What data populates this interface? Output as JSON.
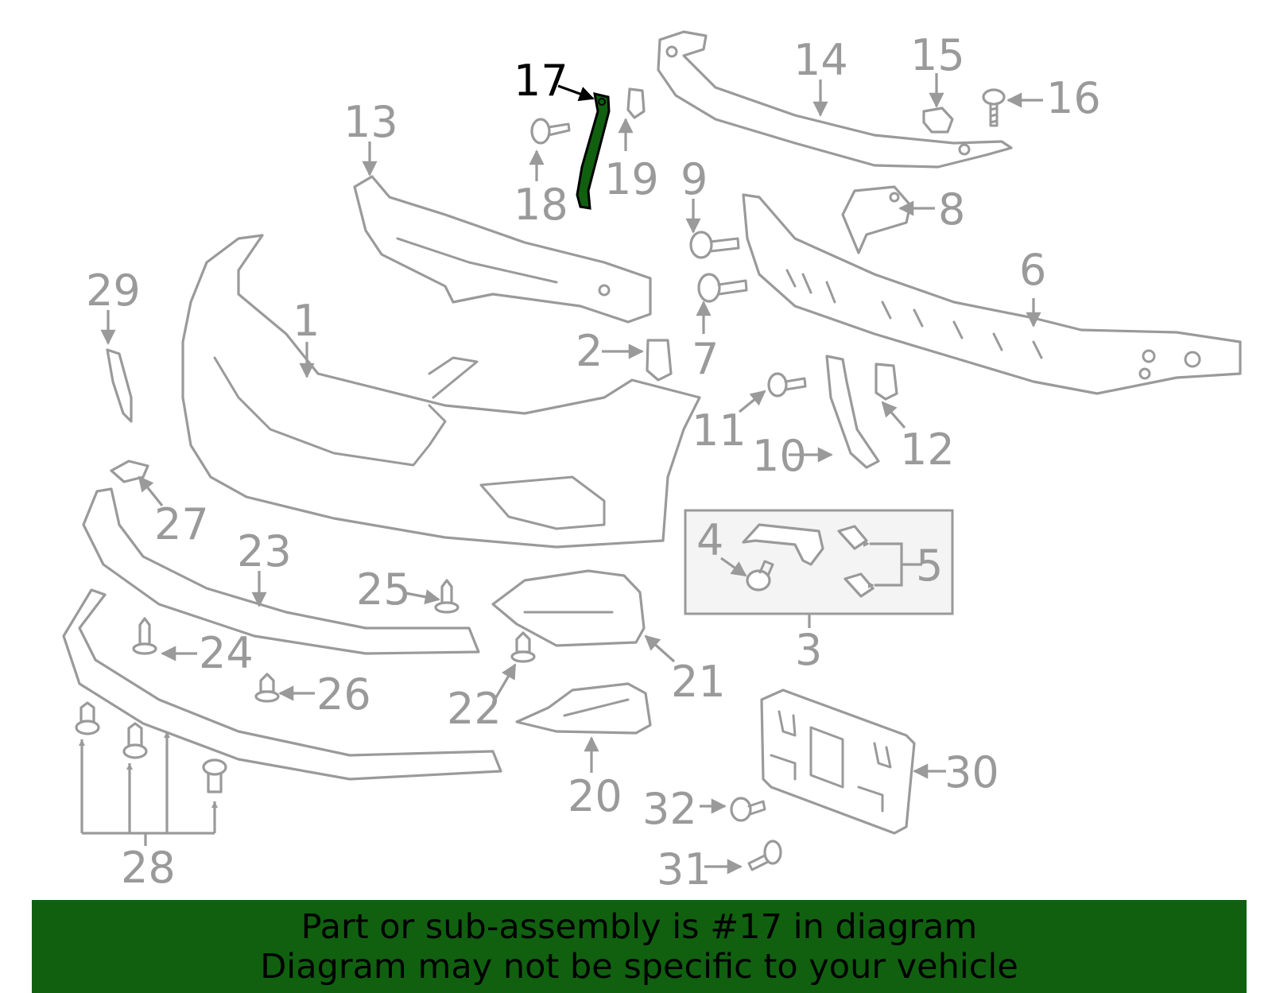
{
  "diagram": {
    "highlight_color": "#106010",
    "line_color": "#9a9a9a",
    "highlighted_part": "17",
    "callouts": [
      "1",
      "2",
      "3",
      "4",
      "5",
      "6",
      "7",
      "8",
      "9",
      "10",
      "11",
      "12",
      "13",
      "14",
      "15",
      "16",
      "17",
      "18",
      "19",
      "20",
      "21",
      "22",
      "23",
      "24",
      "25",
      "26",
      "27",
      "28",
      "29",
      "30",
      "31",
      "32"
    ]
  },
  "banner": {
    "line1": "Part or sub-assembly is #17 in diagram",
    "line2": "Diagram may not be specific to your vehicle",
    "background": "#106010"
  }
}
